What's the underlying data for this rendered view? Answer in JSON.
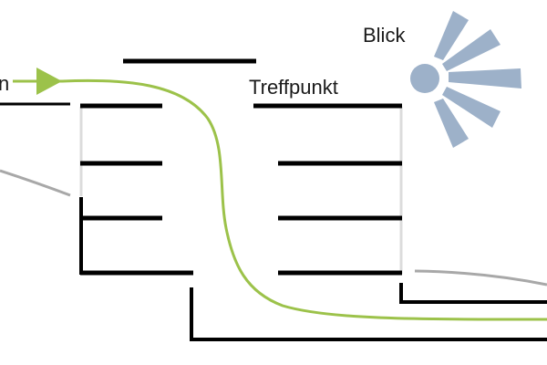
{
  "diagram": {
    "labels": {
      "entry": "n",
      "meeting_point": "Treffpunkt",
      "view": "Blick"
    },
    "colors": {
      "wall": "#000000",
      "wall_light": "#dcdcdc",
      "path": "#9cc24a",
      "secondary_path": "#a8a8a8",
      "view_icon": "#9db1c9"
    },
    "icons": {
      "entry_arrow": "arrow-right-icon",
      "view": "eye-icon"
    }
  }
}
